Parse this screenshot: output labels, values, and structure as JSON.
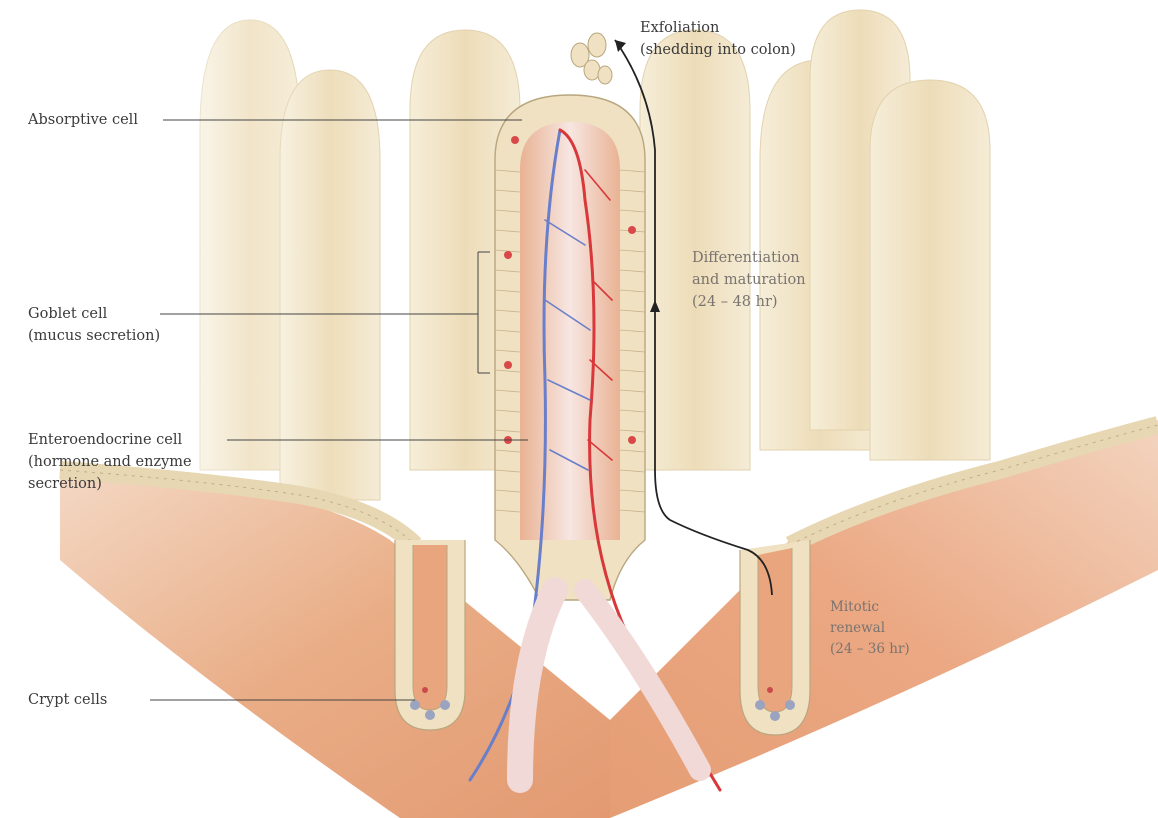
{
  "labels": {
    "absorptive": "Absorptive cell",
    "goblet": "Goblet cell",
    "goblet_sub": "(mucus secretion)",
    "entero": "Enteroendocrine cell",
    "entero_sub1": "(hormone and enzyme",
    "entero_sub2": "secretion)",
    "crypt": "Crypt cells",
    "exfoliation": "Exfoliation",
    "exfoliation_sub": "(shedding into colon)",
    "diff1": "Differentiation",
    "diff2": "and maturation",
    "diff3": "(24 – 48 hr)",
    "mitotic1": "Mitotic",
    "mitotic2": "renewal",
    "mitotic3": "(24 – 36 hr)"
  },
  "colors": {
    "villus_bg": "#efe3c6",
    "tissue": "#e7a77c",
    "cell": "#f2e6c8",
    "artery": "#d8383a",
    "vein": "#6a7fc9",
    "core": "#f4dcd6"
  }
}
